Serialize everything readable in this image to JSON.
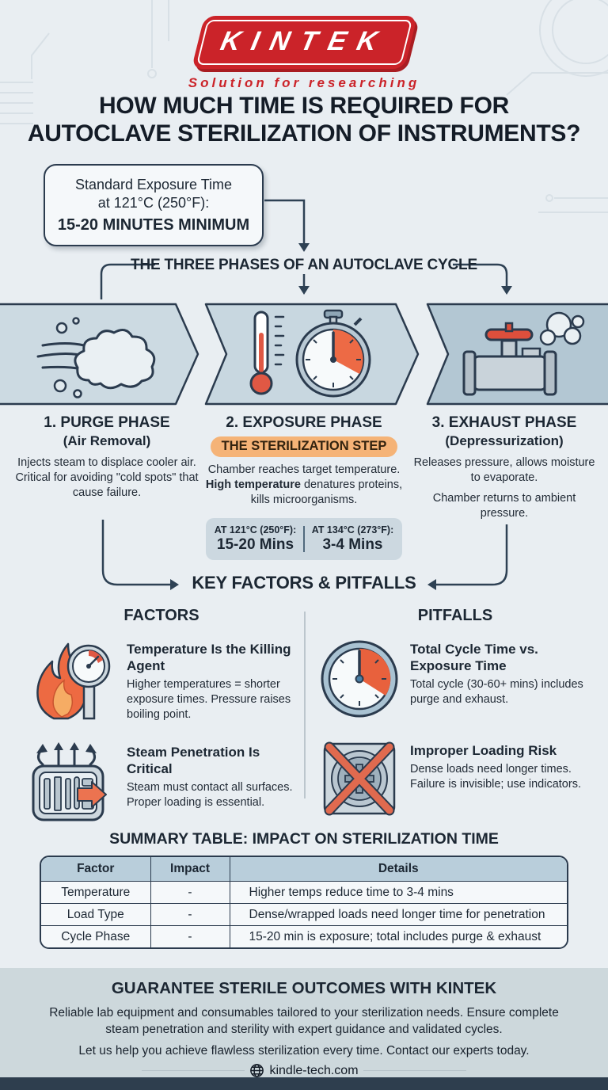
{
  "brand": {
    "logo_text": "KINTEK",
    "tagline": "Solution for researching"
  },
  "title": {
    "line1": "HOW MUCH TIME IS REQUIRED FOR",
    "line2": "AUTOCLAVE STERILIZATION OF INSTRUMENTS?"
  },
  "standard_box": {
    "line1": "Standard Exposure Time",
    "line2": "at 121°C (250°F):",
    "line3": "15-20 MINUTES MINIMUM"
  },
  "phases_heading": "THE THREE PHASES OF AN AUTOCLAVE CYCLE",
  "phases": [
    {
      "title": "1. PURGE PHASE",
      "subtitle": "(Air Removal)",
      "body": "Injects steam to displace cooler air. Critical for avoiding \"cold spots\" that cause failure.",
      "icon": "steam-cloud-icon"
    },
    {
      "title": "2. EXPOSURE PHASE",
      "badge": "THE STERILIZATION STEP",
      "body_pre": "Chamber reaches target temperature. ",
      "body_bold": "High temperature",
      "body_post": " denatures proteins, kills microorganisms.",
      "icon": "thermometer-stopwatch-icon",
      "times": [
        {
          "label": "AT 121°C (250°F):",
          "value": "15-20 Mins"
        },
        {
          "label": "AT 134°C (273°F):",
          "value": "3-4 Mins"
        }
      ]
    },
    {
      "title": "3. EXHAUST PHASE",
      "subtitle": "(Depressurization)",
      "body1": "Releases pressure, allows moisture to evaporate.",
      "body2": "Chamber returns to ambient pressure.",
      "icon": "steam-valve-icon"
    }
  ],
  "key_section": {
    "heading": "KEY FACTORS & PITFALLS",
    "factors": {
      "heading": "FACTORS",
      "items": [
        {
          "title": "Temperature Is the Killing Agent",
          "body": "Higher temperatures = shorter exposure times. Pressure raises boiling point.",
          "icon": "flame-gauge-icon"
        },
        {
          "title": "Steam Penetration Is Critical",
          "body": "Steam must contact all surfaces. Proper loading is essential.",
          "icon": "steam-tray-icon"
        }
      ]
    },
    "pitfalls": {
      "heading": "PITFALLS",
      "items": [
        {
          "title": "Total Cycle Time vs. Exposure Time",
          "body": "Total cycle (30-60+ mins) includes purge and exhaust.",
          "icon": "cycle-clock-icon"
        },
        {
          "title": "Improper Loading Risk",
          "body": "Dense loads need longer times. Failure is invisible; use indicators.",
          "icon": "crossed-load-icon"
        }
      ]
    }
  },
  "summary_table": {
    "heading": "SUMMARY TABLE: IMPACT ON STERILIZATION TIME",
    "columns": [
      "Factor",
      "Impact",
      "Details"
    ],
    "rows": [
      [
        "Temperature",
        "-",
        "Higher temps reduce time to 3-4 mins"
      ],
      [
        "Load Type",
        "-",
        "Dense/wrapped loads need longer time for penetration"
      ],
      [
        "Cycle Phase",
        "-",
        "15-20 min is exposure; total includes purge & exhaust"
      ]
    ]
  },
  "footer": {
    "heading": "GUARANTEE STERILE OUTCOMES WITH KINTEK",
    "body1": "Reliable lab equipment and consumables tailored to your sterilization needs. Ensure complete steam penetration and sterility with expert guidance and validated cycles.",
    "body2": "Let us help you achieve flawless sterilization every time. Contact our experts today.",
    "website": "kindle-tech.com"
  },
  "colors": {
    "brand_red": "#cb2329",
    "navy": "#2e4154",
    "badge_orange": "#f5b377",
    "accent_orange": "#e8613d",
    "banner1": "#ccdae2",
    "banner2": "#c8d7e0",
    "banner3": "#b3c7d3",
    "table_header": "#b9cedb",
    "footer_bg": "#cdd8dc",
    "page_bg": "#e9eef2"
  }
}
